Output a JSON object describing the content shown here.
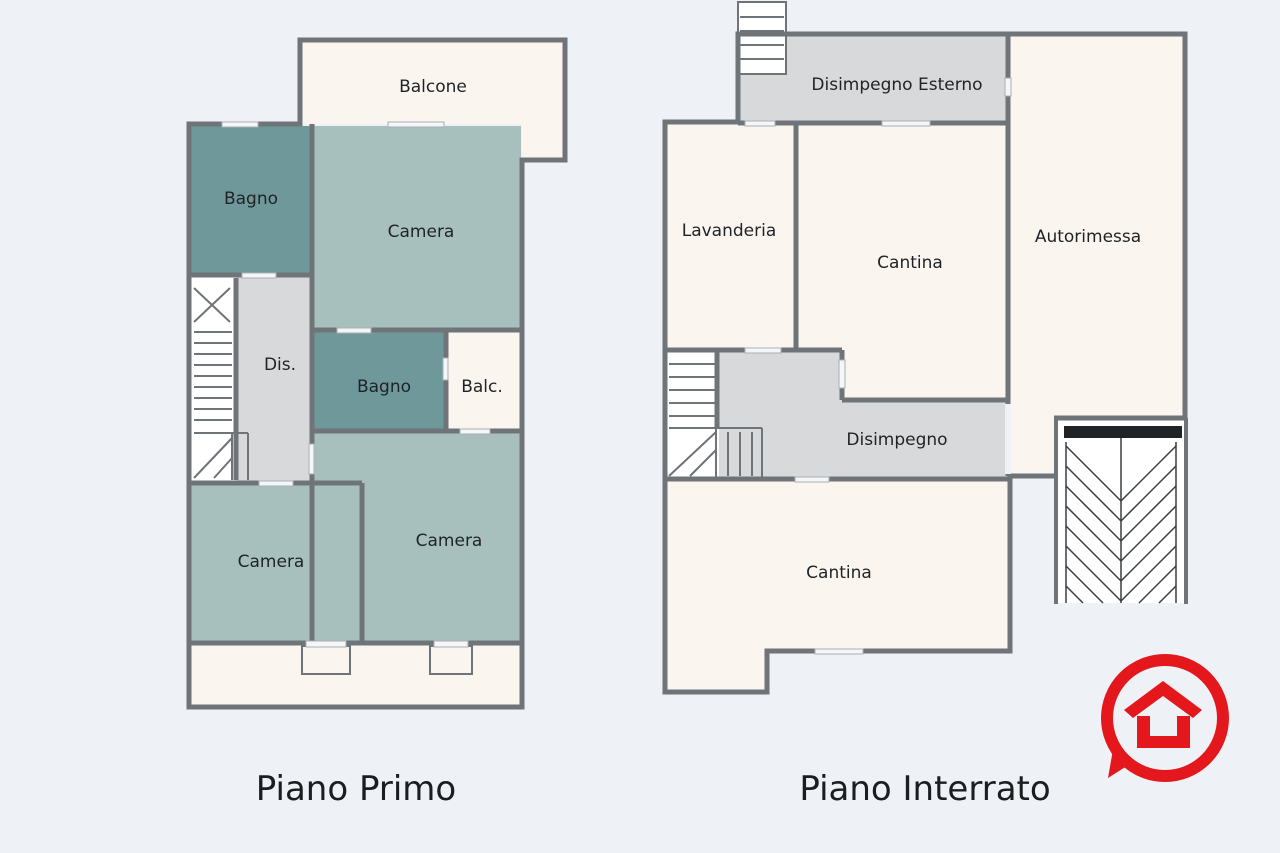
{
  "floors": {
    "first": {
      "title": "Piano Primo",
      "rooms": {
        "balcone": "Balcone",
        "bagno_1": "Bagno",
        "camera_1": "Camera",
        "dis": "Dis.",
        "bagno_2": "Bagno",
        "balc": "Balc.",
        "camera_2": "Camera",
        "camera_3": "Camera"
      }
    },
    "basement": {
      "title": "Piano Interrato",
      "rooms": {
        "disimpegno_esterno": "Disimpegno Esterno",
        "lavanderia": "Lavanderia",
        "cantina_1": "Cantina",
        "autorimessa": "Autorimessa",
        "disimpegno": "Disimpegno",
        "cantina_2": "Cantina"
      }
    }
  },
  "colors": {
    "cream": "#fbf5ef",
    "teal_light": "#a7c0be",
    "teal_dark": "#6f989b",
    "gray_room": "#d7d9db",
    "wall": "#6f7478",
    "logo_red": "#e3171c"
  }
}
